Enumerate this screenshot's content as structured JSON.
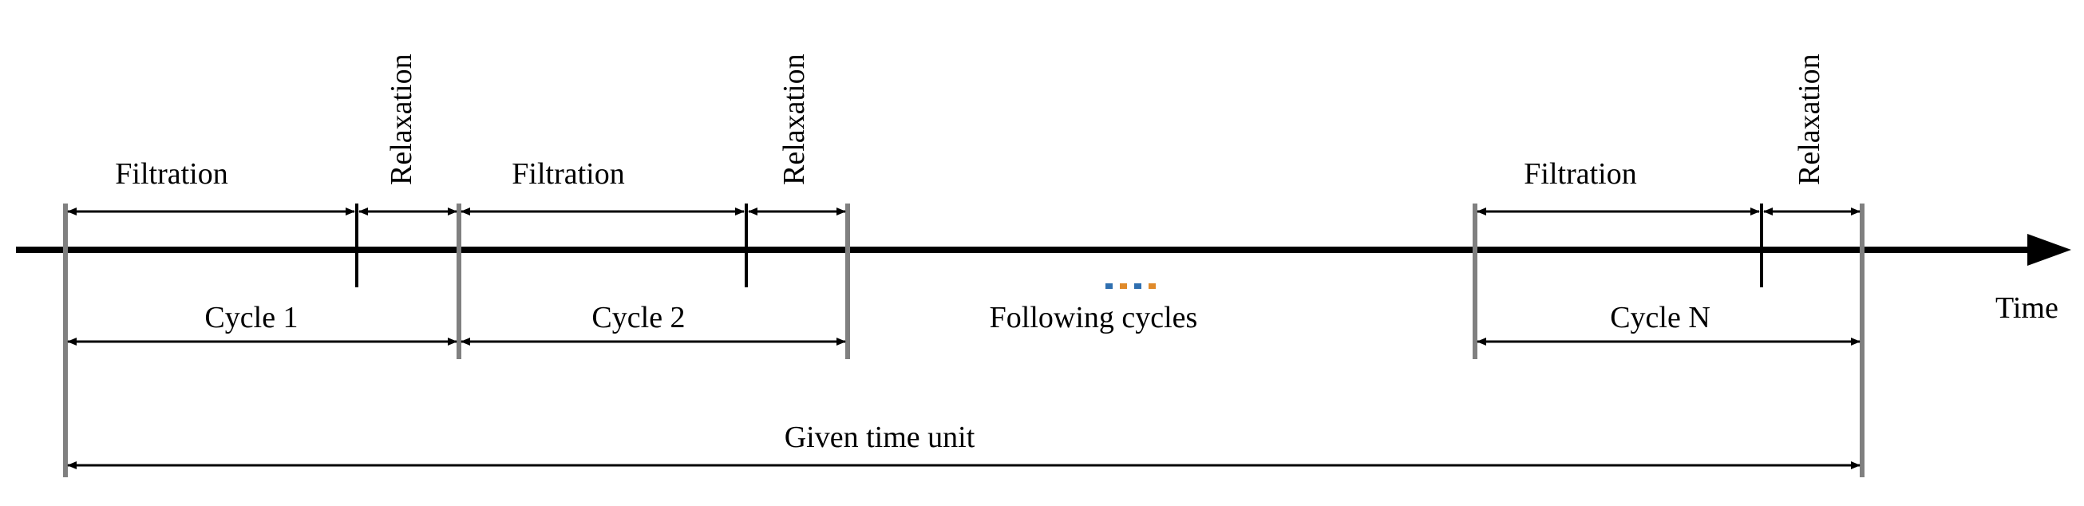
{
  "labels": {
    "filtration": "Filtration",
    "relaxation": "Relaxation",
    "cycle_1": "Cycle 1",
    "cycle_2": "Cycle 2",
    "cycle_n": "Cycle N",
    "following_cycles": "Following cycles",
    "ellipsis": "...",
    "time": "Time",
    "given_time_unit": "Given time unit"
  },
  "colors": {
    "ink": "#000000",
    "boundary_gray": "#808080",
    "dot_blue": "#2f6fb0",
    "dot_orange": "#e08a2a"
  }
}
